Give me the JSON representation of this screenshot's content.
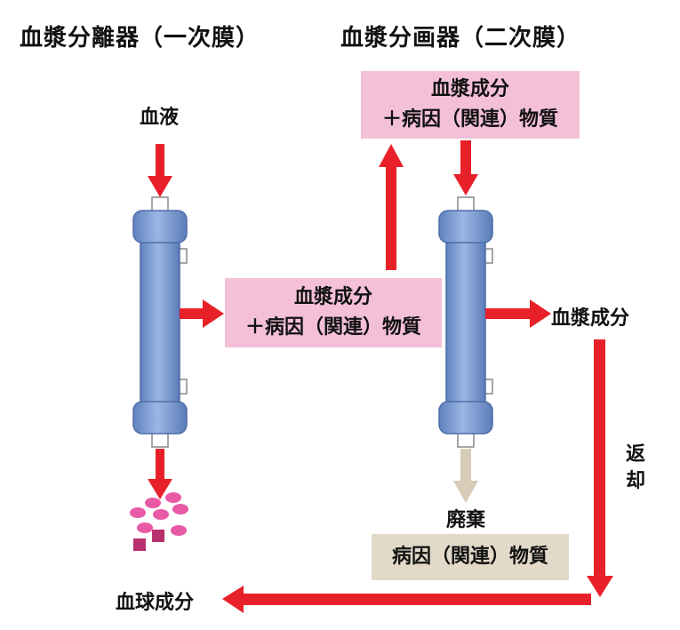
{
  "headings": {
    "left": "血漿分離器（一次膜）",
    "right": "血漿分画器（二次膜）"
  },
  "labels": {
    "blood": "血液",
    "plasma_out": "血漿成分",
    "return_line1": "返",
    "return_line2": "却",
    "waste": "廃棄",
    "blood_cells": "血球成分"
  },
  "boxes": {
    "middle": {
      "line1": "血漿成分",
      "line2": "＋病因（関連）物質"
    },
    "top": {
      "line1": "血漿成分",
      "line2": "＋病因（関連）物質"
    },
    "waste": {
      "line1": "病因（関連）物質"
    }
  },
  "colors": {
    "arrow_red": "#e8202a",
    "arrow_waste": "#d8ccb8",
    "filter_blue": "#7e9ed4",
    "box_pink": "#f4c0d8",
    "box_beige": "#e2d9c8",
    "cell_pink": "#e85aa6",
    "cell_magenta": "#b8306e"
  }
}
